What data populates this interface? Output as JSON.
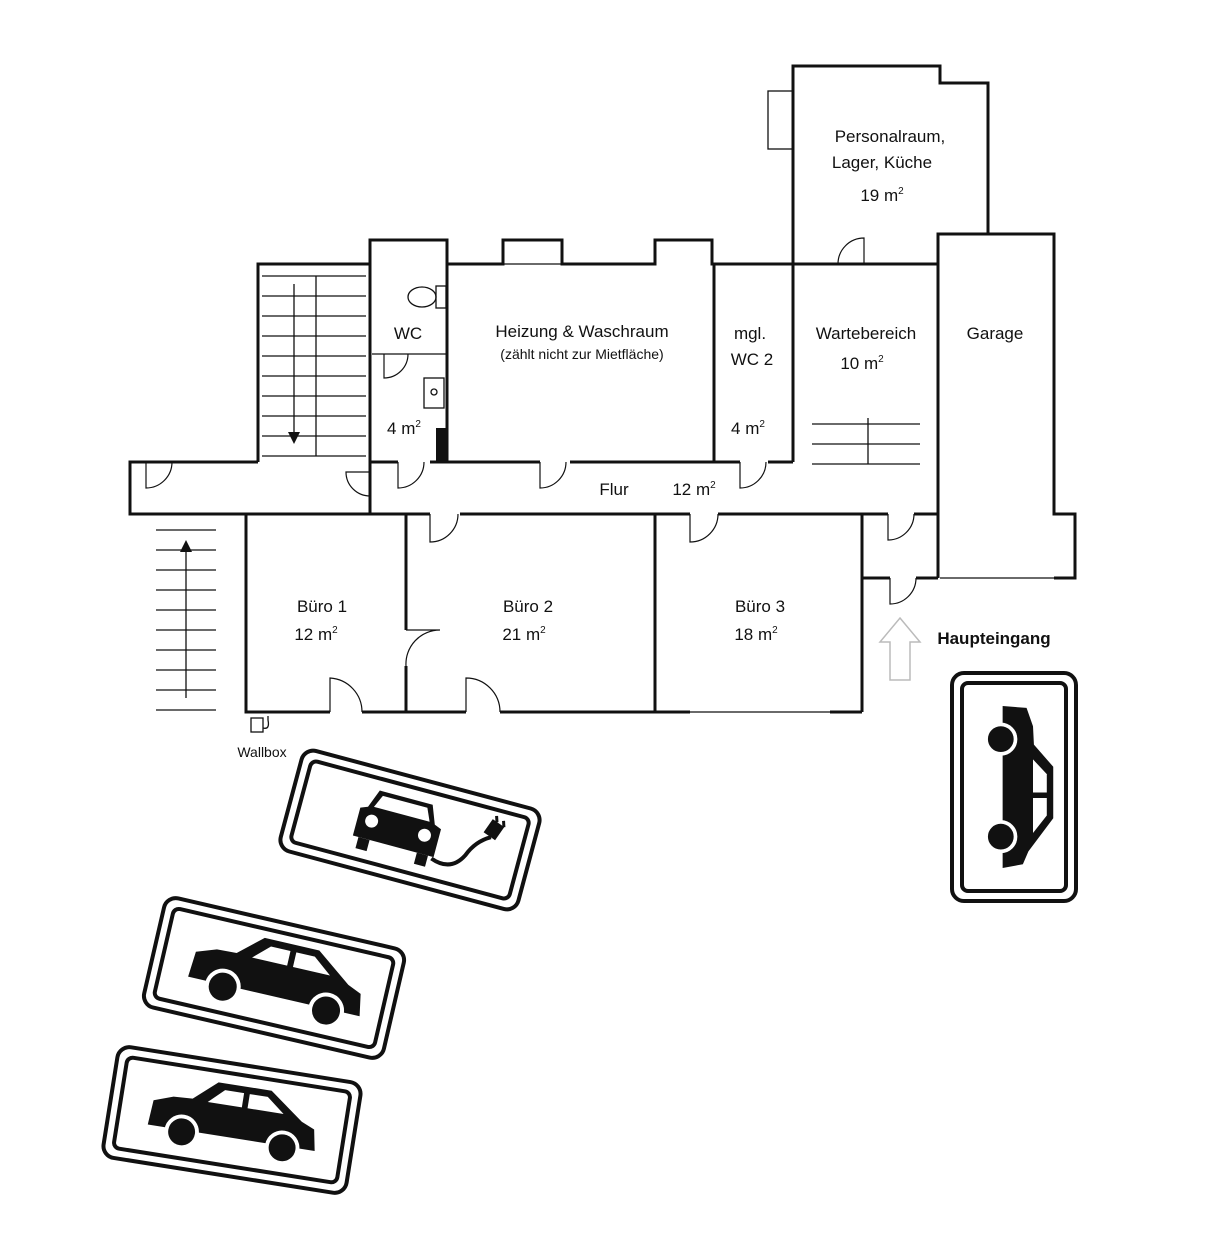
{
  "rooms": {
    "personal": {
      "name_line1": "Personalraum,",
      "name_line2": "Lager, Küche",
      "area": "19 m",
      "area_unit_exp": "2"
    },
    "wc": {
      "name": "WC",
      "area": "4 m",
      "area_unit_exp": "2"
    },
    "heizung": {
      "name": "Heizung & Waschraum",
      "note": "(zählt nicht zur Mietfläche)"
    },
    "wc2": {
      "name_line1": "mgl.",
      "name_line2": "WC 2",
      "area": "4 m",
      "area_unit_exp": "2"
    },
    "warte": {
      "name": "Wartebereich",
      "area": "10 m",
      "area_unit_exp": "2"
    },
    "garage": {
      "name": "Garage"
    },
    "flur": {
      "name": "Flur",
      "area": "12 m",
      "area_unit_exp": "2"
    },
    "buero1": {
      "name": "Büro 1",
      "area": "12 m",
      "area_unit_exp": "2"
    },
    "buero2": {
      "name": "Büro 2",
      "area": "21 m",
      "area_unit_exp": "2"
    },
    "buero3": {
      "name": "Büro 3",
      "area": "18 m",
      "area_unit_exp": "2"
    }
  },
  "labels": {
    "main_entrance": "Haupteingang",
    "wallbox": "Wallbox"
  },
  "parking_signs": [
    {
      "kind": "ev-charging",
      "icon": "car-with-plug-icon"
    },
    {
      "kind": "car",
      "icon": "car-icon"
    },
    {
      "kind": "car",
      "icon": "car-icon"
    },
    {
      "kind": "car",
      "icon": "car-icon"
    }
  ],
  "colors": {
    "ink": "#111111",
    "background": "#ffffff",
    "arrow": "#bbbbbb"
  }
}
